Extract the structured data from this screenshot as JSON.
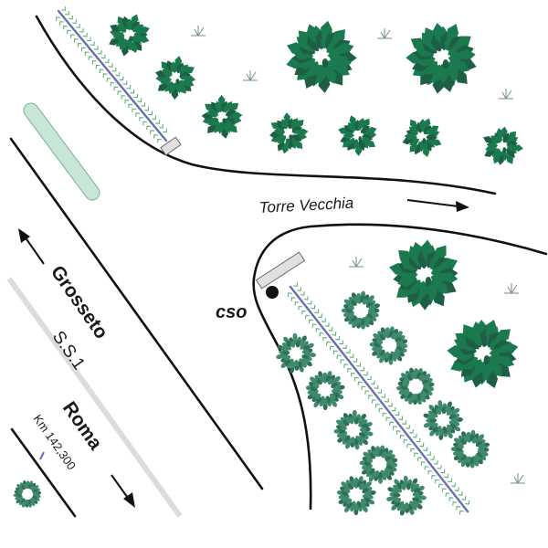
{
  "map": {
    "title": "Torre Vecchia CSO site plan",
    "colors": {
      "road": "#111111",
      "median": "#dcdcdc",
      "ditch": "#6b6fb0",
      "hedge": "#5fae7a",
      "tree_large": "#1a7a4e",
      "tree_large_dark": "#1d5e45",
      "shrub": "#3e8a6c",
      "pond_fill": "#c8e6d6",
      "pond_stroke": "#74b494",
      "outfall_box_fill": "#e0e0e0",
      "outfall_box_stroke": "#6a6a6a",
      "cso_dot": "#111111",
      "km_marker": "#6b6fb0"
    },
    "labels": {
      "side_road": "Torre Vecchia",
      "cso": "cso",
      "dir_north": "Grosseto",
      "highway": "S.S.1",
      "dir_south": "Roma",
      "kilometer": "Km 142,300"
    },
    "legend_icons": {
      "large_tree": "broadleaf-tree-icon",
      "shrub": "shrub-icon",
      "grass": "grass-tuft-icon",
      "arrow": "direction-arrow-icon",
      "outfall": "outfall-structure-icon",
      "cso_point": "cso-point-icon"
    }
  }
}
